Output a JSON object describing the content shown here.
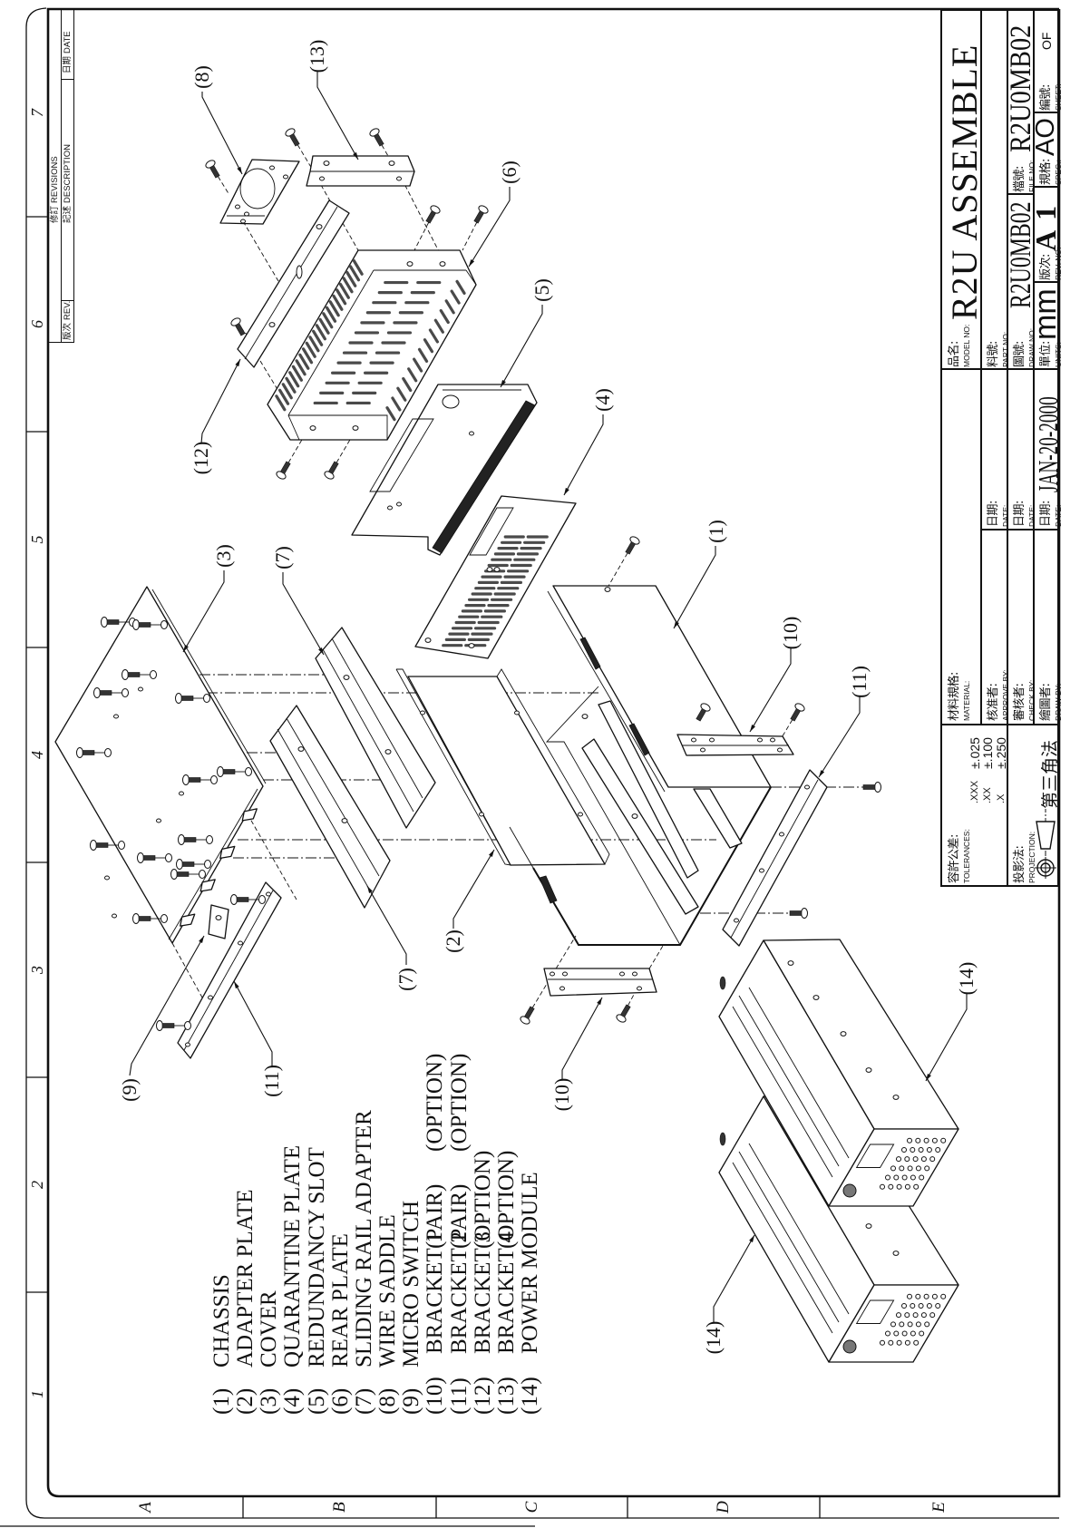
{
  "border": {
    "column_numbers": [
      "1",
      "2",
      "3",
      "4",
      "5",
      "6",
      "7"
    ],
    "row_letters": [
      "A",
      "B",
      "C",
      "D",
      "E"
    ]
  },
  "revisions": {
    "header_zh": "修訂",
    "header_en": "REVISIONS",
    "rev_zh": "版次",
    "rev_en": "REV.",
    "desc_zh": "記述",
    "desc_en": "DESCRIPTION",
    "date_zh": "日期",
    "date_en": "DATE"
  },
  "parts_list": [
    {
      "num": "(1)",
      "name": "CHASSIS",
      "tags": []
    },
    {
      "num": "(2)",
      "name": "ADAPTER PLATE",
      "tags": []
    },
    {
      "num": "(3)",
      "name": "COVER",
      "tags": []
    },
    {
      "num": "(4)",
      "name": "QUARANTINE PLATE",
      "tags": []
    },
    {
      "num": "(5)",
      "name": "REDUNDANCY SLOT",
      "tags": []
    },
    {
      "num": "(6)",
      "name": "REAR PLATE",
      "tags": []
    },
    {
      "num": "(7)",
      "name": "SLIDING RAIL ADAPTER",
      "tags": []
    },
    {
      "num": "(8)",
      "name": "WIRE SADDLE",
      "tags": []
    },
    {
      "num": "(9)",
      "name": "MICRO SWITCH",
      "tags": []
    },
    {
      "num": "(10)",
      "name": "BRACKET 1",
      "tags": [
        "(PAIR)",
        "(OPTION)"
      ]
    },
    {
      "num": "(11)",
      "name": "BRACKET 2",
      "tags": [
        "(PAIR)",
        "(OPTION)"
      ]
    },
    {
      "num": "(12)",
      "name": "BRACKET 3",
      "tags": [
        "(OPTION)"
      ]
    },
    {
      "num": "(13)",
      "name": "BRACKET 4",
      "tags": [
        "(OPTION)"
      ]
    },
    {
      "num": "(14)",
      "name": "POWER MODULE",
      "tags": []
    }
  ],
  "callouts": [
    "(1)",
    "(2)",
    "(3)",
    "(4)",
    "(5)",
    "(6)",
    "(7)",
    "(7)",
    "(8)",
    "(9)",
    "(10)",
    "(10)",
    "(11)",
    "(11)",
    "(12)",
    "(13)",
    "(14)",
    "(14)"
  ],
  "title_block": {
    "tolerances": {
      "label_zh": "容許公差:",
      "label_en": "TOLERANCES:",
      "rows": [
        {
          "code": ".XXX",
          "value": "±.025"
        },
        {
          "code": ".XX",
          "value": "±.100"
        },
        {
          "code": ".X",
          "value": "±.250"
        }
      ]
    },
    "projection": {
      "label_zh": "投影法:",
      "label_en": "PROJECTION:",
      "method": "第三角法",
      "symbol": "third-angle-projection-icon"
    },
    "material": {
      "label_zh": "材料規格:",
      "label_en": "MATERIAL:"
    },
    "approve": {
      "label_zh": "核准者:",
      "label_en": "APPROVE BY:"
    },
    "check": {
      "label_zh": "審核者:",
      "label_en": "CHECK BY:"
    },
    "draw": {
      "label_zh": "繪圖者:",
      "label_en": "DRAW BY:"
    },
    "dates": [
      {
        "label_zh": "日期:",
        "label_en": "DATE:"
      },
      {
        "label_zh": "日期:",
        "label_en": "DATE:"
      },
      {
        "label_zh": "日期:",
        "label_en": "DATE:",
        "value": "JAN-20-2000"
      }
    ],
    "model": {
      "label_zh": "品名:",
      "label_en": "MODEL NO:",
      "value": "R2U ASSEMBLE"
    },
    "part": {
      "label_zh": "料號:",
      "label_en": "PART NO:"
    },
    "draw_no": {
      "label_zh": "圖號:",
      "label_en": "DRAW NO:",
      "value": "R2U0MB02"
    },
    "file_no": {
      "label_zh": "檔號:",
      "label_en": "FILE NO:",
      "value": "R2U0MB02"
    },
    "units": {
      "label_zh": "單位:",
      "label_en": "UNITS:",
      "value": "mm"
    },
    "rev_no": {
      "label_zh": "版次:",
      "label_en": "REV. NO:",
      "value": "A1"
    },
    "spec": {
      "label_zh": "規格:",
      "label_en": "SPEC.:",
      "value": "AO"
    },
    "sheet": {
      "label_zh": "編號:",
      "label_en": "SHEET:",
      "value": "OF"
    }
  }
}
